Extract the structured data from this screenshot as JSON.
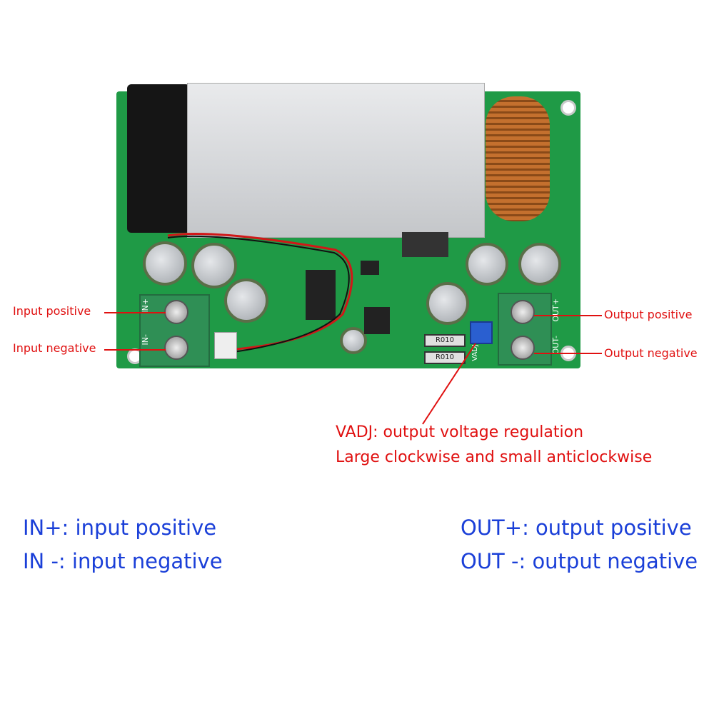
{
  "callouts": {
    "input_positive": "Input positive",
    "input_negative": "Input negative",
    "output_positive": "Output positive",
    "output_negative": "Output negative",
    "vadj_line1": "VADJ: output voltage regulation",
    "vadj_line2": "Large clockwise and small anticlockwise"
  },
  "legend": {
    "in_pos": "IN+: input positive",
    "in_neg": "IN -: input negative",
    "out_pos": "OUT+: output positive",
    "out_neg": "OUT -: output negative"
  },
  "board_marks": {
    "in_plus": "IN+",
    "in_minus": "IN-",
    "out_plus": "OUT+",
    "out_minus": "OUT-",
    "vadj": "VADJ",
    "r010": "R010"
  },
  "colors": {
    "callout": "#e01010",
    "legend": "#1a3fd8",
    "pcb": "#1f9a46"
  }
}
